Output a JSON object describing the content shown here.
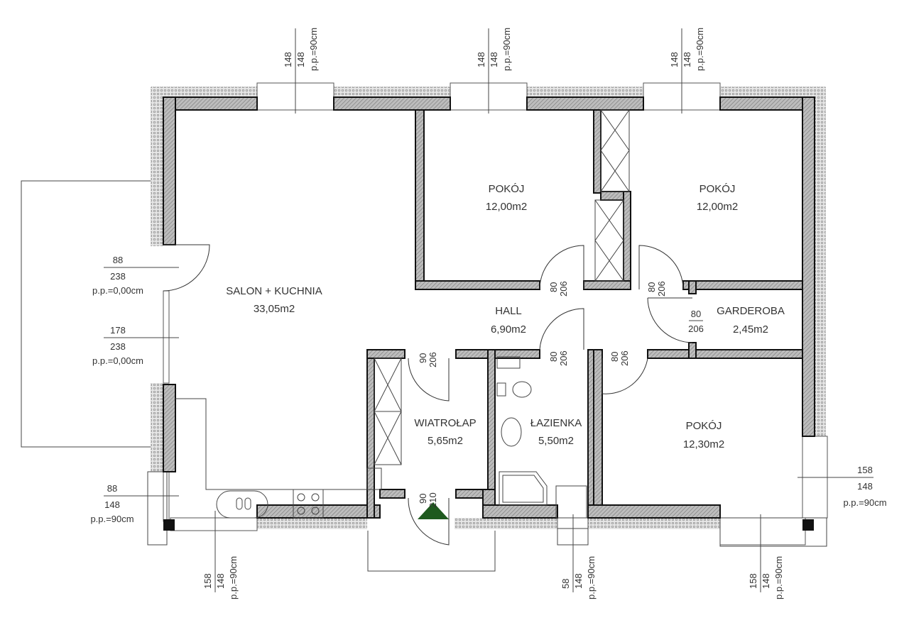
{
  "rooms": {
    "salon": {
      "name": "SALON + KUCHNIA",
      "area": "33,05m2"
    },
    "pokoj1": {
      "name": "POKÓJ",
      "area": "12,00m2"
    },
    "pokoj2": {
      "name": "POKÓJ",
      "area": "12,00m2"
    },
    "hall": {
      "name": "HALL",
      "area": "6,90m2"
    },
    "garderoba": {
      "name": "GARDEROBA",
      "area": "2,45m2"
    },
    "wiatrolap": {
      "name": "WIATROŁAP",
      "area": "5,65m2"
    },
    "lazienka": {
      "name": "ŁAZIENKA",
      "area": "5,50m2"
    },
    "pokoj3": {
      "name": "POKÓJ",
      "area": "12,30m2"
    }
  },
  "top_windows": [
    {
      "w": "148",
      "h": "148",
      "pp": "p.p.=90cm"
    },
    {
      "w": "148",
      "h": "148",
      "pp": "p.p.=90cm"
    },
    {
      "w": "148",
      "h": "148",
      "pp": "p.p.=90cm"
    }
  ],
  "left_openings": [
    {
      "w": "88",
      "h": "238",
      "pp": "p.p.=0,00cm"
    },
    {
      "w": "178",
      "h": "238",
      "pp": "p.p.=0,00cm"
    },
    {
      "w": "88",
      "h": "148",
      "pp": "p.p.=90cm"
    }
  ],
  "right_window": {
    "w": "158",
    "h": "148",
    "pp": "p.p.=90cm"
  },
  "bottom_windows": [
    {
      "w": "158",
      "h": "148",
      "pp": "p.p.=90cm"
    },
    {
      "w": "58",
      "h": "148",
      "pp": "p.p.=90cm"
    },
    {
      "w": "158",
      "h": "148",
      "pp": "p.p.=90cm"
    }
  ],
  "doors": {
    "pokoj1": {
      "w": "80",
      "h": "206"
    },
    "pokoj2": {
      "w": "80",
      "h": "206"
    },
    "garderoba": {
      "w": "80",
      "h": "206"
    },
    "wiatrolap": {
      "w": "90",
      "h": "206"
    },
    "lazienka": {
      "w": "80",
      "h": "206"
    },
    "pokoj3": {
      "w": "80",
      "h": "206"
    },
    "entrance": {
      "w": "90",
      "h": "210"
    }
  },
  "colors": {
    "entrance_marker": "#1f5a1f"
  }
}
